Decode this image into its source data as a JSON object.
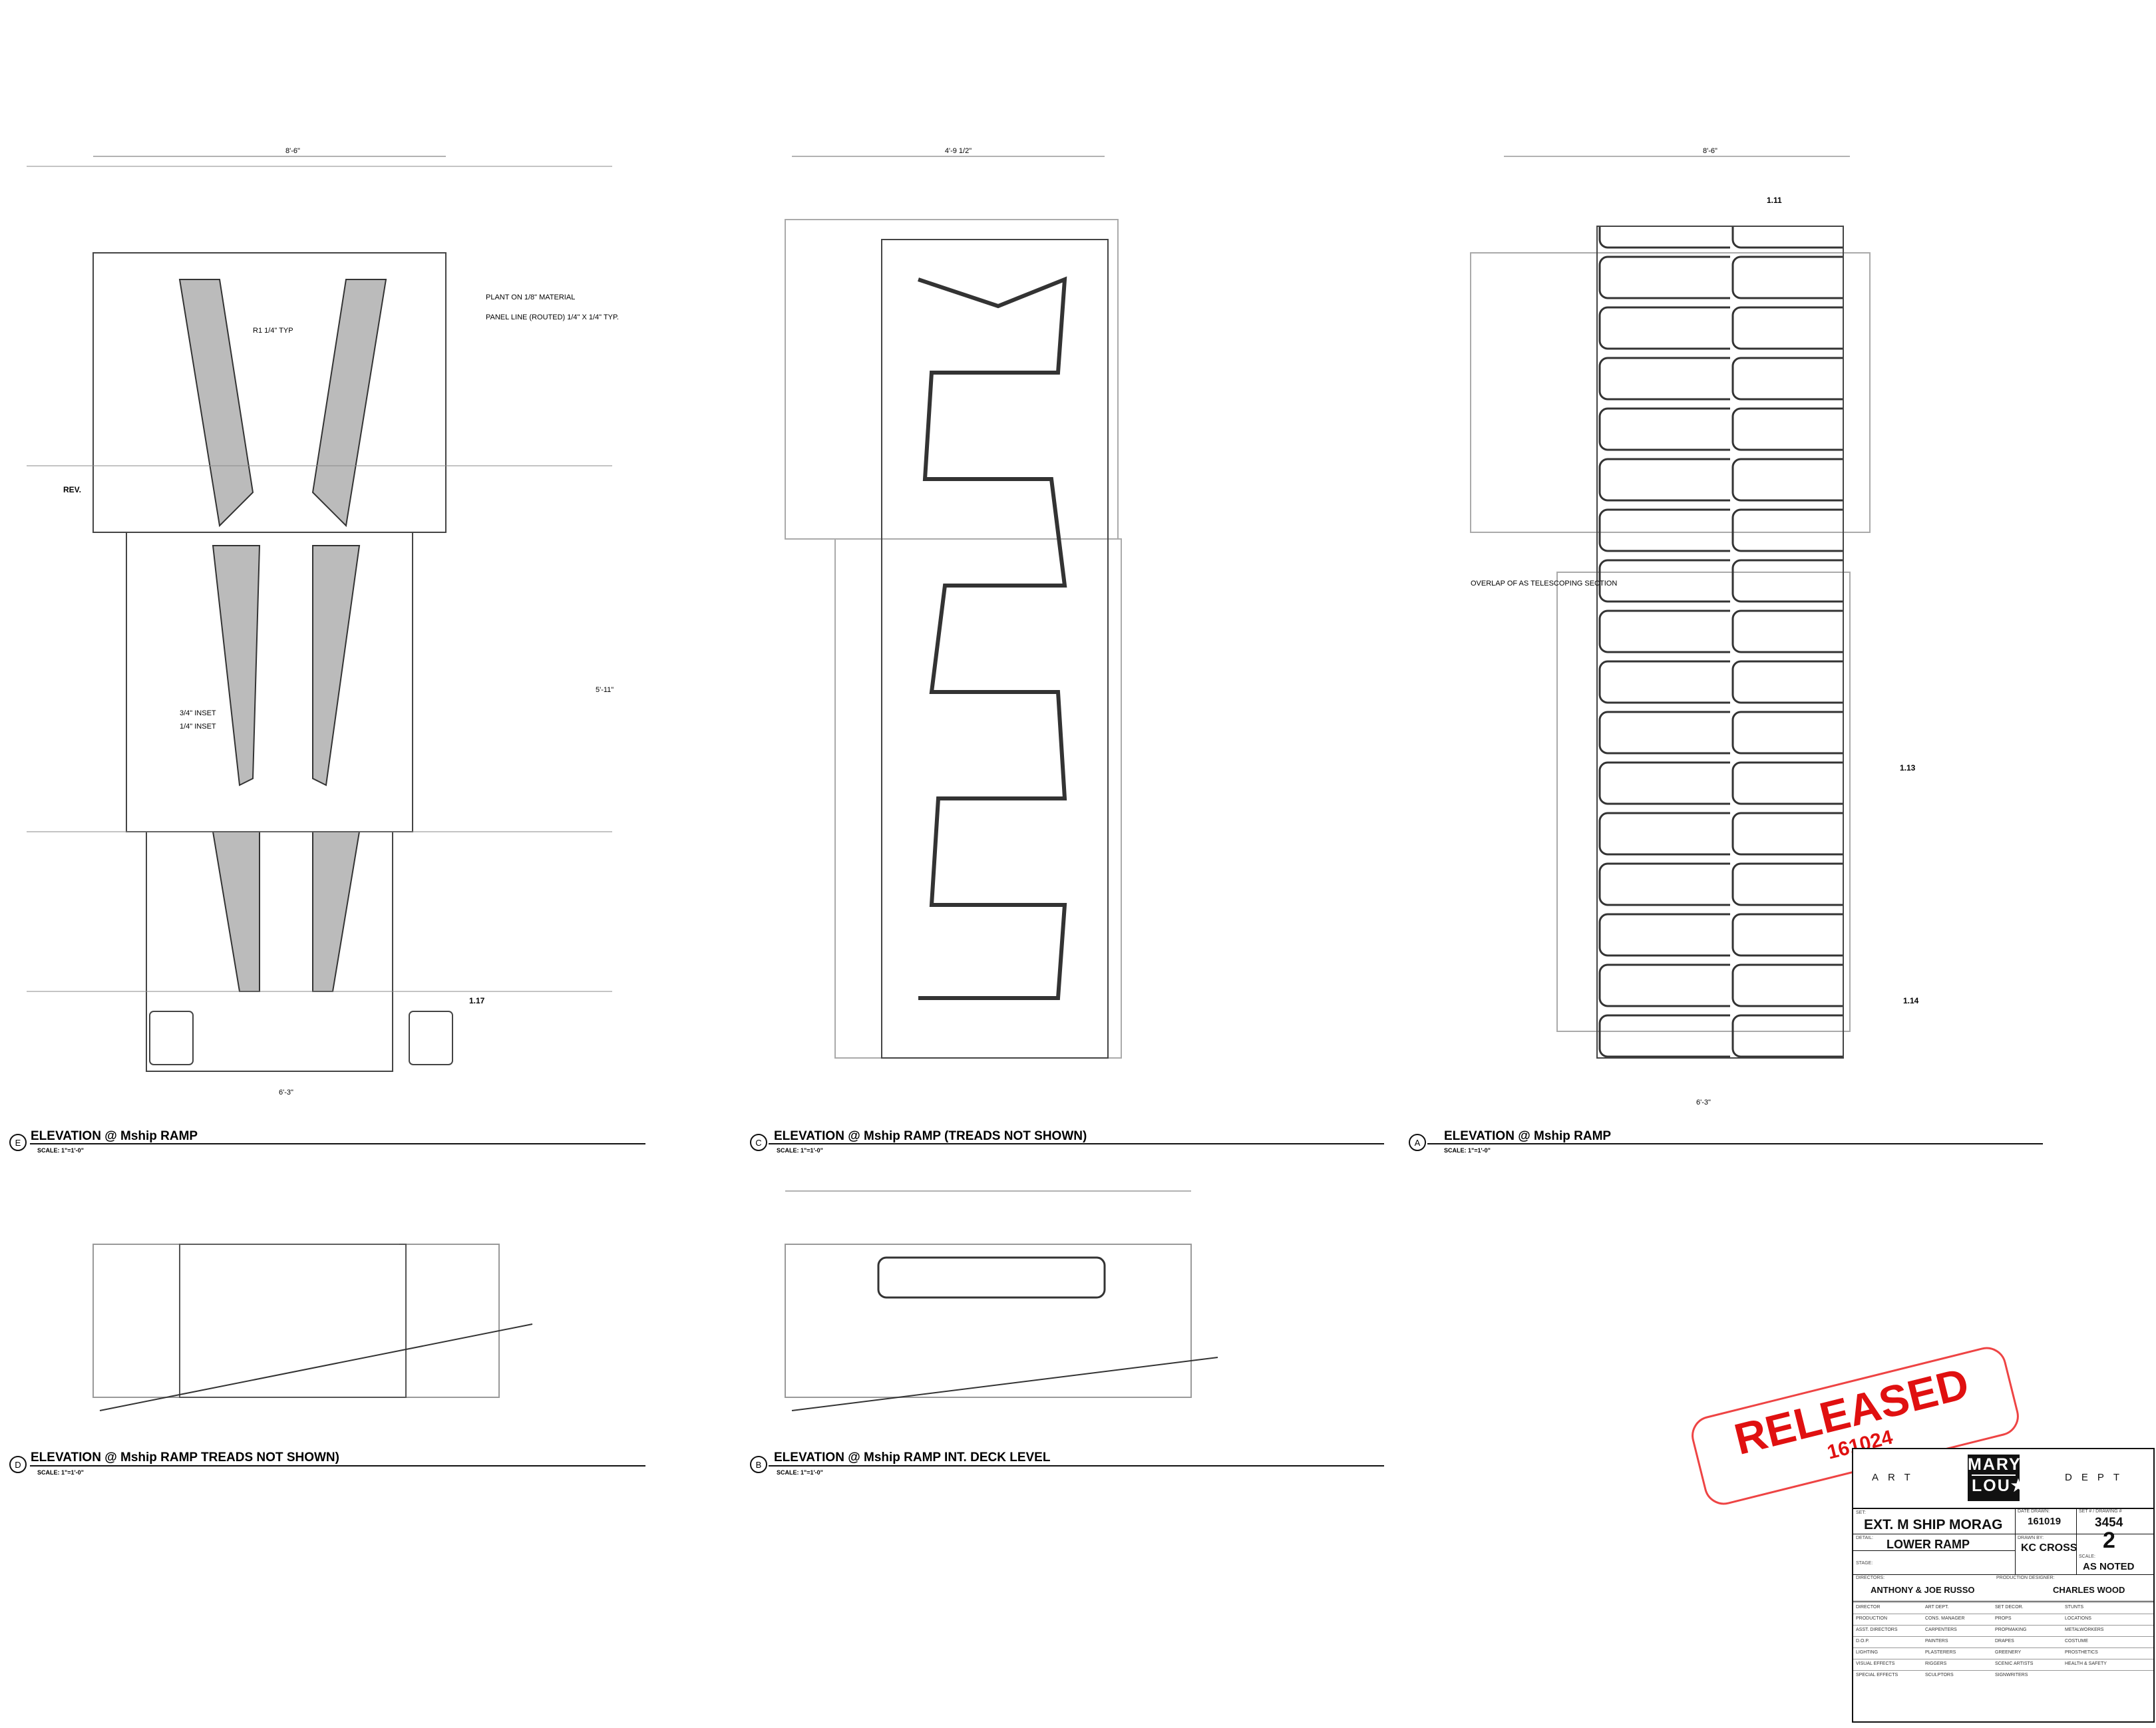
{
  "views": [
    {
      "circle": "E",
      "title": "ELEVATION @ Mship RAMP",
      "scale": "SCALE: 1\"=1'-0\""
    },
    {
      "circle": "C",
      "title": "ELEVATION @ Mship RAMP (TREADS NOT SHOWN)",
      "scale": "SCALE: 1\"=1'-0\""
    },
    {
      "circle": "A",
      "title": "ELEVATION @ Mship RAMP",
      "scale": "SCALE: 1\"=1'-0\""
    },
    {
      "circle": "D",
      "title": "ELEVATION @ Mship RAMP TREADS NOT SHOWN)",
      "scale": "SCALE: 1\"=1'-0\""
    },
    {
      "circle": "B",
      "title": "ELEVATION @ Mship RAMP INT. DECK LEVEL",
      "scale": "SCALE: 1\"=1'-0\""
    }
  ],
  "notes": {
    "overall_width": "8'-6\"",
    "mid_width": "4'-9 1/2\"",
    "bottom_width": "6'-3\"",
    "height_label": "5'-11\"",
    "r1": "R1 1/4\" TYP",
    "overlap": "OVERLAP OF AS TELESCOPING SECTION",
    "plant": "PLANT ON 1/8\" MATERIAL",
    "panel": "PANEL LINE (ROUTED) 1/4\" X 1/4\" TYP.",
    "rev": "REV.",
    "inset1": "3/4\" INSET",
    "inset2": "1/4\" INSET",
    "ref_111": "1.11",
    "ref_117": "1.17",
    "ref_114": "1.14",
    "ref_113": "1.13"
  },
  "stamp": {
    "word": "RELEASED",
    "date": "161024"
  },
  "title_block": {
    "art": "ART",
    "dept": "DEPT",
    "logo_top": "MARY",
    "logo_bottom": "LOU★",
    "set_label": "SET:",
    "set": "EXT. M SHIP MORAG",
    "detail_label": "DETAIL:",
    "detail": "LOWER RAMP",
    "stage_label": "STAGE:",
    "date_label": "DATE DRAWN:",
    "date": "161019",
    "drawn_label": "DRAWN BY:",
    "drawn": "KC CROSS",
    "set_no_label": "SET # / DRAWING #",
    "set_no": "3454",
    "drawing_no": "2",
    "scale_label": "SCALE:",
    "scale": "AS NOTED",
    "directors_label": "DIRECTORS:",
    "directors": "ANTHONY & JOE RUSSO",
    "pd_label": "PRODUCTION DESIGNER:",
    "pd": "CHARLES WOOD",
    "crew": [
      [
        "DIRECTOR",
        "ART DEPT.",
        "SET DECOR.",
        "STUNTS"
      ],
      [
        "PRODUCTION",
        "CONS. MANAGER",
        "PROPS",
        "LOCATIONS"
      ],
      [
        "ASST. DIRECTORS",
        "CARPENTERS",
        "PROPMAKING",
        "METALWORKERS"
      ],
      [
        "D.O.P.",
        "PAINTERS",
        "DRAPES",
        "COSTUME"
      ],
      [
        "LIGHTING",
        "PLASTERERS",
        "GREENERY",
        "PROSTHETICS"
      ],
      [
        "VISUAL EFFECTS",
        "RIGGERS",
        "SCENIC ARTISTS",
        "HEALTH & SAFETY"
      ],
      [
        "SPECIAL EFFECTS",
        "SCULPTORS",
        "SIGNWRITERS",
        ""
      ]
    ]
  }
}
